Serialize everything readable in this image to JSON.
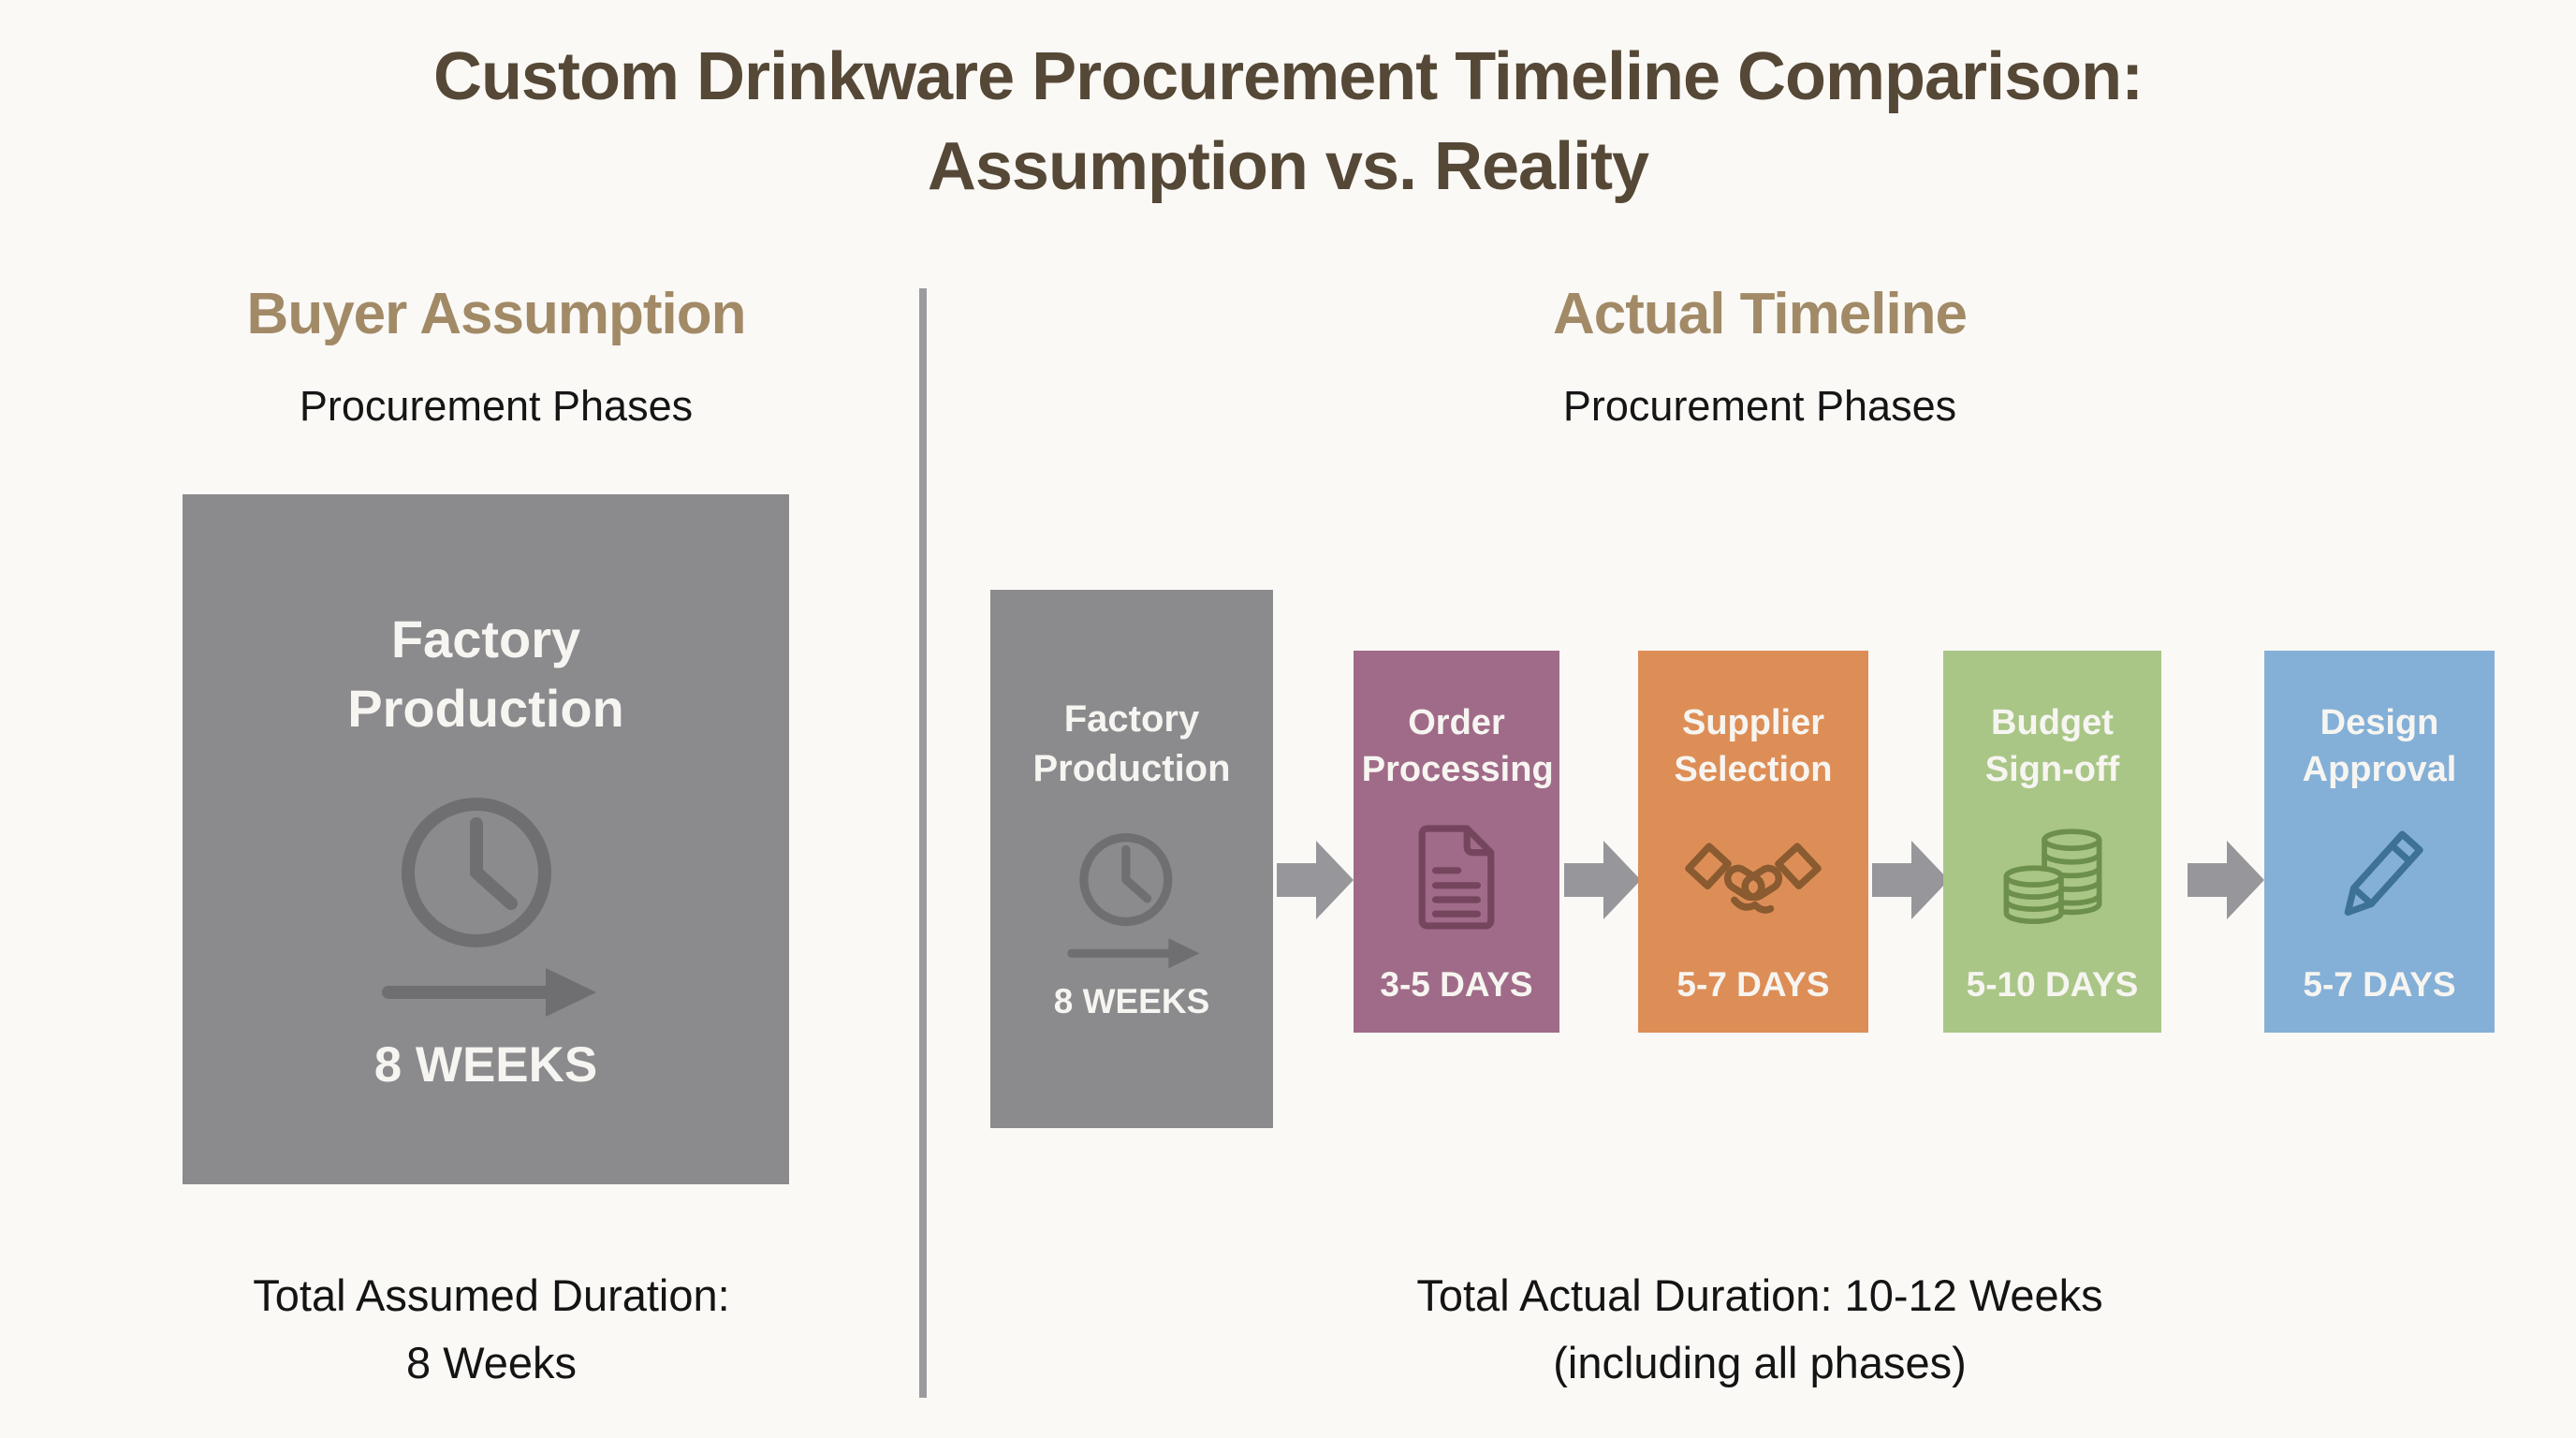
{
  "page": {
    "title_line1": "Custom Drinkware Procurement Timeline Comparison:",
    "title_line2": "Assumption vs. Reality",
    "colors": {
      "background": "#faf9f6",
      "title_text": "#564836",
      "heading_text": "#a28a67",
      "body_text": "#141414",
      "divider": "#9b9a9e",
      "arrow": "#97969a",
      "phase_gray": "#8b8a8d",
      "phase_purple": "#a06b88",
      "phase_orange": "#dd8e57",
      "phase_green": "#a9c687",
      "phase_blue": "#84b0d7",
      "box_text": "#f7f5f1"
    }
  },
  "assumption": {
    "heading": "Buyer Assumption",
    "subheading": "Procurement Phases",
    "phase": {
      "title": "Factory Production",
      "duration": "8 WEEKS",
      "color": "#8b8a8d",
      "icon": "clock-arrow-icon"
    },
    "total_line1": "Total Assumed Duration:",
    "total_line2": "8 Weeks"
  },
  "actual": {
    "heading": "Actual Timeline",
    "subheading": "Procurement Phases",
    "phases": [
      {
        "title": "Factory Production",
        "duration": "8 WEEKS",
        "color": "#8b8a8d",
        "icon": "clock-arrow-icon"
      },
      {
        "title": "Order Processing",
        "duration": "3-5 DAYS",
        "color": "#a06b88",
        "icon": "document-icon"
      },
      {
        "title": "Supplier Selection",
        "duration": "5-7 DAYS",
        "color": "#dd8e57",
        "icon": "handshake-icon"
      },
      {
        "title": "Budget Sign-off",
        "duration": "5-10 DAYS",
        "color": "#a9c687",
        "icon": "coins-icon"
      },
      {
        "title": "Design Approval",
        "duration": "5-7 DAYS",
        "color": "#84b0d7",
        "icon": "pencil-icon"
      }
    ],
    "total_line1": "Total Actual Duration: 10-12 Weeks",
    "total_line2": "(including all phases)"
  }
}
